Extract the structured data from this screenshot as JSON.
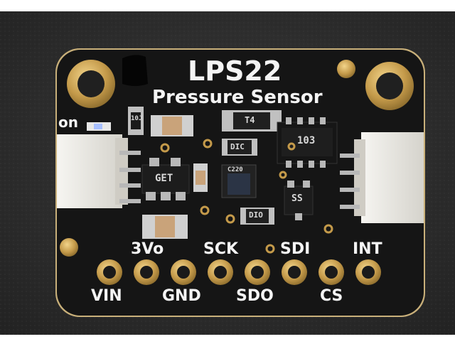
{
  "board": {
    "title": "LPS22",
    "subtitle": "Pressure Sensor",
    "on_label": "on",
    "top_pins": [
      "3Vo",
      "SCK",
      "SDI",
      "INT"
    ],
    "bottom_pins": [
      "VIN",
      "GND",
      "SDO",
      "CS"
    ],
    "chip_markings": {
      "regulator": "GET",
      "resistor_array": "103",
      "sensor": "C220",
      "diode_top": "T4",
      "diode_mid": "DIC",
      "diode_low": "DIO",
      "mosfet": "SS",
      "resistor_small": "10J"
    }
  },
  "colors": {
    "background": "#2b2b2b",
    "pcb": "#151515",
    "pcb_edge": "#c9b07a",
    "gold": "#c49a4a",
    "silkscreen": "#f4f4f4",
    "connector": "#e9e7e2"
  }
}
